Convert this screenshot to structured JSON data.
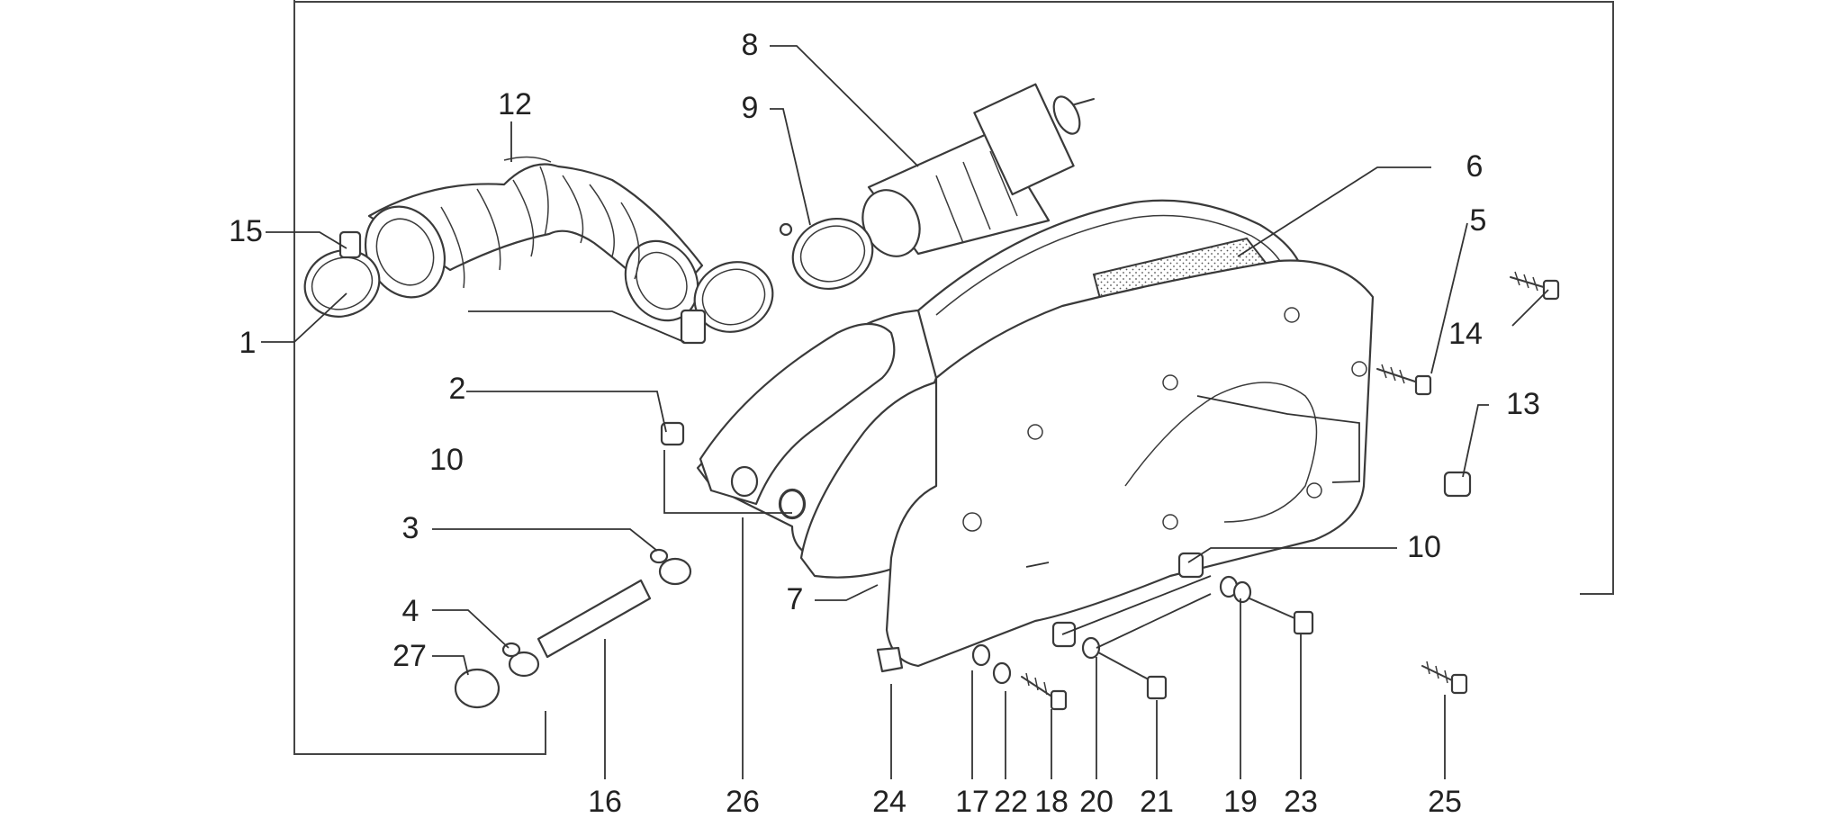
{
  "callouts": [
    {
      "id": "1",
      "label": "1"
    },
    {
      "id": "2",
      "label": "2"
    },
    {
      "id": "3",
      "label": "3"
    },
    {
      "id": "4",
      "label": "4"
    },
    {
      "id": "5",
      "label": "5"
    },
    {
      "id": "6",
      "label": "6"
    },
    {
      "id": "7",
      "label": "7"
    },
    {
      "id": "8",
      "label": "8"
    },
    {
      "id": "9",
      "label": "9"
    },
    {
      "id": "10a",
      "label": "10"
    },
    {
      "id": "10b",
      "label": "10"
    },
    {
      "id": "12",
      "label": "12"
    },
    {
      "id": "13",
      "label": "13"
    },
    {
      "id": "14",
      "label": "14"
    },
    {
      "id": "15",
      "label": "15"
    },
    {
      "id": "16",
      "label": "16"
    },
    {
      "id": "17",
      "label": "17"
    },
    {
      "id": "18",
      "label": "18"
    },
    {
      "id": "19",
      "label": "19"
    },
    {
      "id": "20",
      "label": "20"
    },
    {
      "id": "21",
      "label": "21"
    },
    {
      "id": "22",
      "label": "22"
    },
    {
      "id": "23",
      "label": "23"
    },
    {
      "id": "24",
      "label": "24"
    },
    {
      "id": "25",
      "label": "25"
    },
    {
      "id": "26",
      "label": "26"
    },
    {
      "id": "27",
      "label": "27"
    }
  ],
  "colors": {
    "line": "#3a3a3a",
    "background": "#ffffff"
  }
}
